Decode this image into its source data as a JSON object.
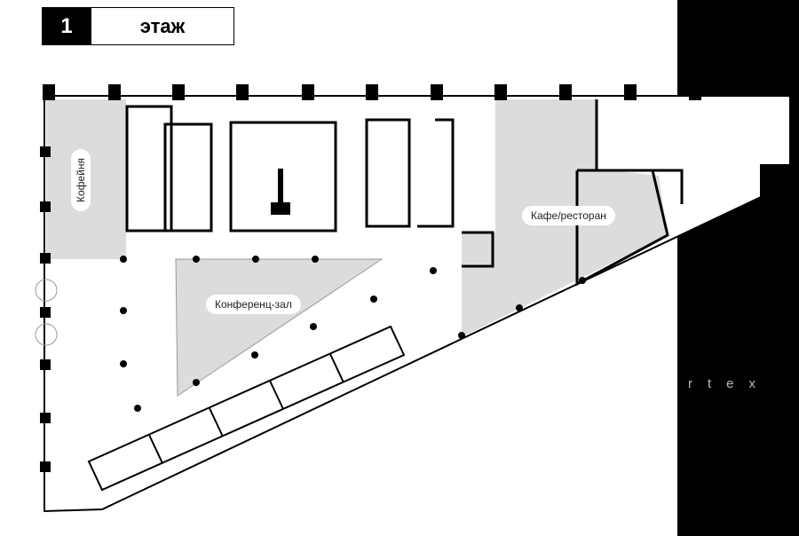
{
  "header": {
    "floor_number": "1",
    "floor_word": "этаж"
  },
  "zones": {
    "coffee": "Кофейня",
    "cafe": "Кафе/ресторан",
    "conference": "Конференц-зал"
  },
  "brand_text": "rtex",
  "colors": {
    "zone_fill": "#dcdcdc",
    "wall": "#000000",
    "panel": "#000000"
  }
}
